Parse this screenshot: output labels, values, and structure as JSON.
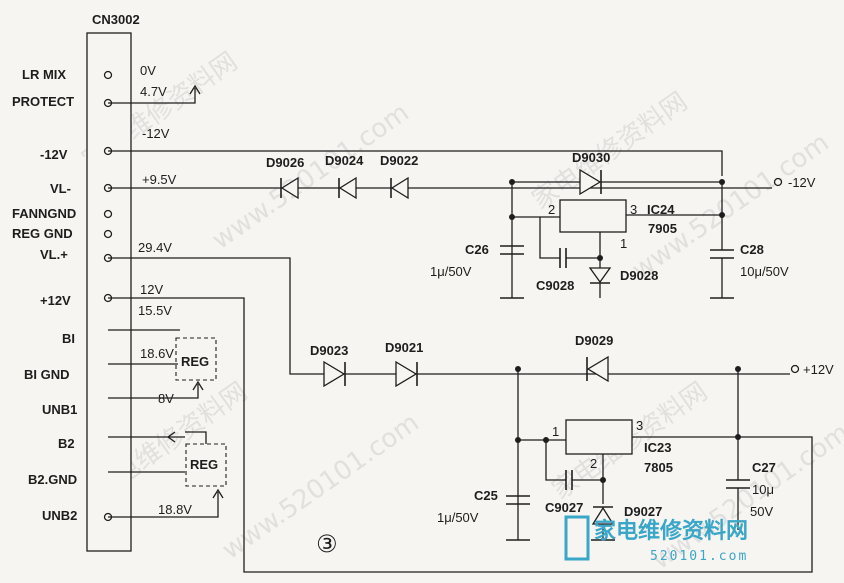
{
  "connector": {
    "name": "CN3002",
    "pins": [
      {
        "label": "LR MIX",
        "voltage": "0V"
      },
      {
        "label": "PROTECT",
        "voltage": "4.7V"
      },
      {
        "label": "-12V",
        "voltage": "-12V"
      },
      {
        "label": "VL-",
        "voltage": "+9.5V"
      },
      {
        "label": "FANNGND",
        "voltage": ""
      },
      {
        "label": "REG GND",
        "voltage": ""
      },
      {
        "label": "VL.+",
        "voltage": "29.4V"
      },
      {
        "label": "+12V",
        "voltage": "12V"
      },
      {
        "label": "BI",
        "voltage": "15.5V"
      },
      {
        "label": "BI GND",
        "voltage": "18.6V"
      },
      {
        "label": "UNB1",
        "voltage": "8V"
      },
      {
        "label": "B2",
        "voltage": ""
      },
      {
        "label": "B2.GND",
        "voltage": ""
      },
      {
        "label": "UNB2",
        "voltage": "18.8V"
      }
    ]
  },
  "components": {
    "d9026": "D9026",
    "d9024": "D9024",
    "d9022": "D9022",
    "d9030": "D9030",
    "d9028": "D9028",
    "d9023": "D9023",
    "d9021": "D9021",
    "d9029": "D9029",
    "d9027": "D9027",
    "c26": "C26",
    "c26_val": "1μ/50V",
    "c9028": "C9028",
    "c28": "C28",
    "c28_val": "10μ/50V",
    "c25": "C25",
    "c25_val": "1μ/50V",
    "c9027": "C9027",
    "c27": "C27",
    "c27_val_a": "10μ",
    "c27_val_b": "50V",
    "ic24": "IC24",
    "ic24_part": "7905",
    "ic24_pin2": "2",
    "ic24_pin3": "3",
    "ic24_pin1": "1",
    "ic23": "IC23",
    "ic23_part": "7805",
    "ic23_pin1": "1",
    "ic23_pin2": "2",
    "ic23_pin3": "3",
    "reg1": "REG",
    "reg2": "REG"
  },
  "outputs": {
    "neg12": "-12V",
    "pos12": "+12V"
  },
  "figure_number": "③",
  "watermark": {
    "text_cn": "家电维修资料网",
    "url": "www.520101.com",
    "logo_cn": "家电维修资料网",
    "logo_url": "520101.com"
  },
  "colors": {
    "ink": "#1e1e1e",
    "paper": "#f7f5f1",
    "logo": "#3aa6c8"
  }
}
